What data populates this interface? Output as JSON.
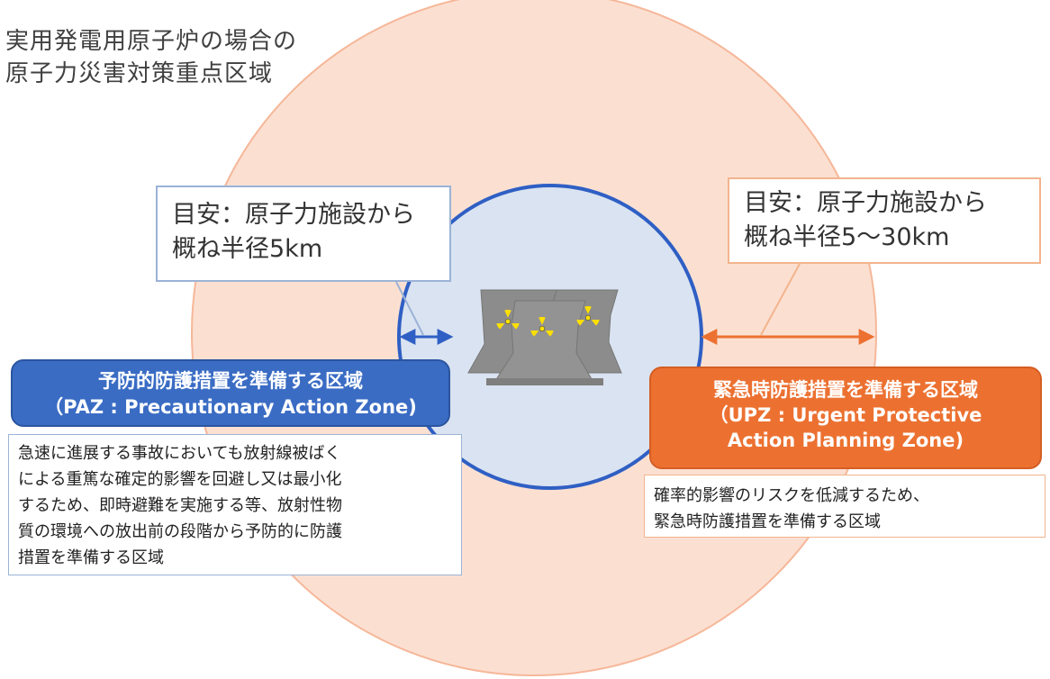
{
  "title": {
    "line1": "実用発電用原子炉の場合の",
    "line2": "原子力災害対策重点区域"
  },
  "paz_callout": {
    "line1": "目安：原子力施設から",
    "line2": "概ね半径5km"
  },
  "upz_callout": {
    "line1": "目安：原子力施設から",
    "line2": "概ね半径5〜30km"
  },
  "paz_zone": {
    "name": "予防的防護措置を準備する区域",
    "abbr_line": "（PAZ : Precautionary Action Zone)"
  },
  "upz_zone": {
    "name": "緊急時防護措置を準備する区域",
    "abbr_line1": "（UPZ : Urgent Protective",
    "abbr_line2": "Action Planning Zone)"
  },
  "paz_description": {
    "line1": "急速に進展する事故においても放射線被ばく",
    "line2": "による重篤な確定的影響を回避し又は最小化",
    "line3": "するため、即時避難を実施する等、放射性物",
    "line4": "質の環境への放出前の段階から予防的に防護",
    "line5": "措置を準備する区域"
  },
  "upz_description": {
    "line1": "確率的影響のリスクを低減するため、",
    "line2": "緊急時防護措置を準備する区域"
  },
  "colors": {
    "upz_circle_fill": "#fbe0d2",
    "upz_circle_edge": "#f6b799",
    "paz_circle_fill": "#dae3f1",
    "paz_circle_edge": "#2f5fc4",
    "paz_accent": "#3a6cc4",
    "upz_accent": "#ec7131",
    "reactor_gray": "#8c8c8c",
    "radiation_yellow": "#ffe000"
  },
  "icons": [
    "nuclear-reactor-icon",
    "radiation-symbol-icon"
  ]
}
